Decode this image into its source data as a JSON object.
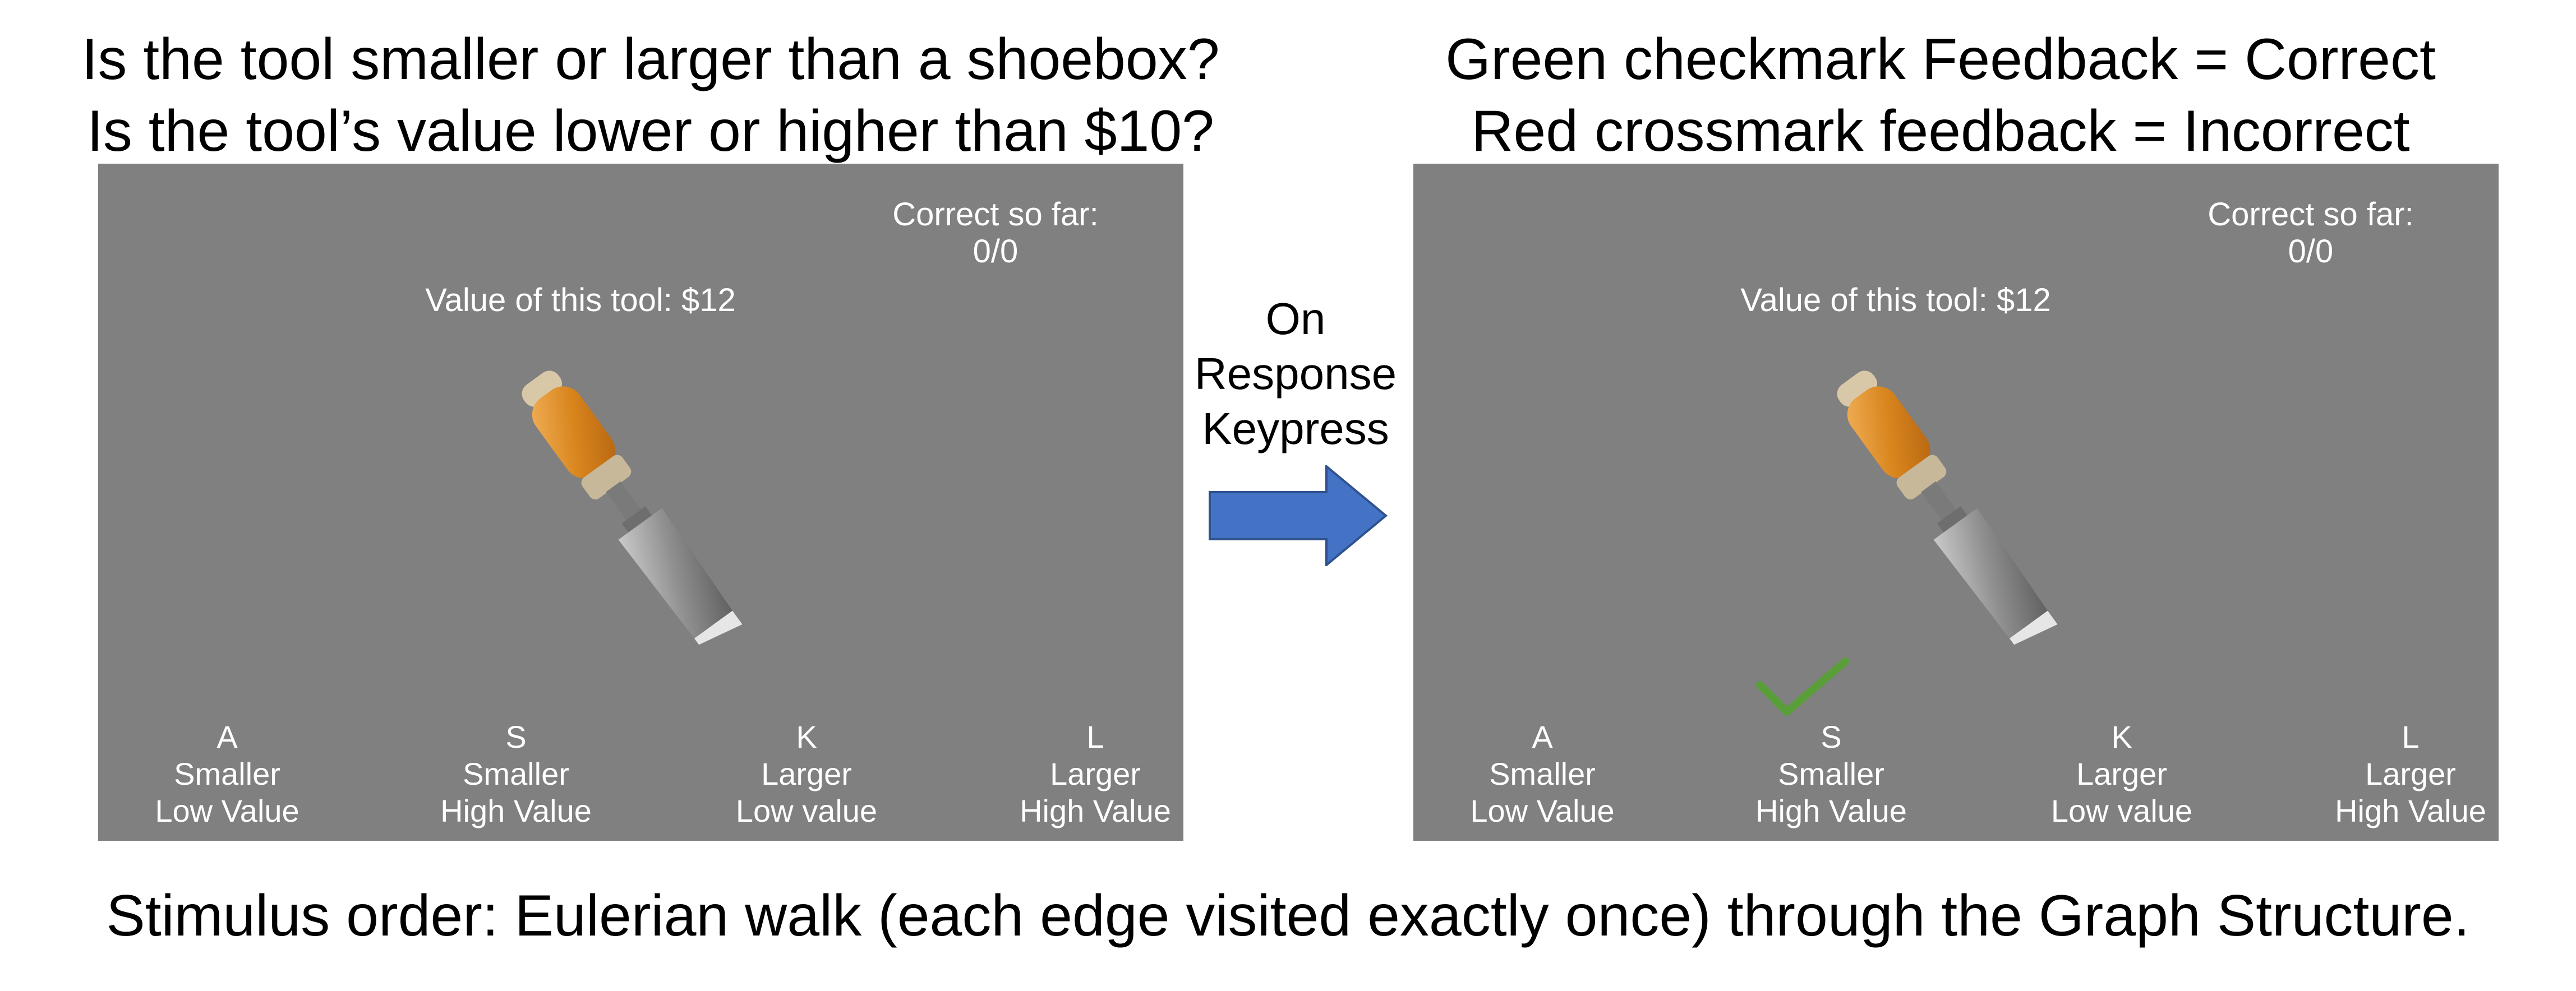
{
  "left_heading": {
    "line1": "Is the tool smaller or larger than a shoebox?",
    "line2": "Is the tool’s value lower or higher than $10?"
  },
  "right_heading": {
    "line1": "Green checkmark Feedback = Correct",
    "line2": "Red crossmark feedback = Incorrect"
  },
  "transition": {
    "label_lines": [
      "On",
      "Response",
      "Keypress"
    ],
    "arrow_color": "#4472C4"
  },
  "screens": [
    {
      "score_label": "Correct so far:",
      "score_value": "0/0",
      "value_text": "Value of this tool:  $12",
      "tool_icon": "chisel",
      "options": [
        {
          "key": "A",
          "size": "Smaller",
          "value": "Low Value"
        },
        {
          "key": "S",
          "size": "Smaller",
          "value": "High Value"
        },
        {
          "key": "K",
          "size": "Larger",
          "value": "Low value"
        },
        {
          "key": "L",
          "size": "Larger",
          "value": "High Value"
        }
      ]
    },
    {
      "score_label": "Correct so far:",
      "score_value": "0/0",
      "value_text": "Value of this tool:  $12",
      "tool_icon": "chisel",
      "feedback_icon": "green-checkmark",
      "feedback_color": "#5A9E3A",
      "options": [
        {
          "key": "A",
          "size": "Smaller",
          "value": "Low Value"
        },
        {
          "key": "S",
          "size": "Smaller",
          "value": "High Value"
        },
        {
          "key": "K",
          "size": "Larger",
          "value": "Low value"
        },
        {
          "key": "L",
          "size": "Larger",
          "value": "High Value"
        }
      ]
    }
  ],
  "colors": {
    "screen_background": "#808080",
    "screen_text": "#FFFFFF"
  },
  "footer": "Stimulus order: Eulerian walk (each edge visited exactly once) through the Graph Structure."
}
